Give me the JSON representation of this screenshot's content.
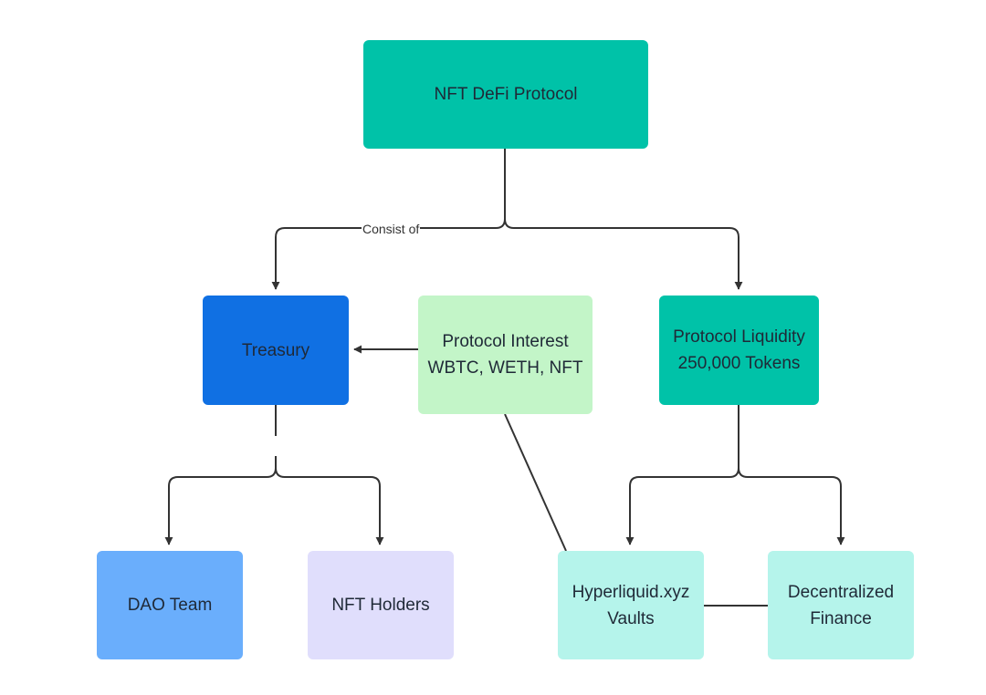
{
  "diagram": {
    "nodes": {
      "protocol": {
        "lines": [
          "NFT DeFi Protocol"
        ],
        "color": "#00c2a8"
      },
      "treasury": {
        "lines": [
          "Treasury"
        ],
        "color": "#1070e3"
      },
      "interest": {
        "lines": [
          "Protocol Interest",
          "WBTC, WETH, NFT"
        ],
        "color": "#c3f5c8"
      },
      "liquidity": {
        "lines": [
          "Protocol Liquidity",
          "250,000 Tokens"
        ],
        "color": "#00c2a8"
      },
      "dao": {
        "lines": [
          "DAO Team"
        ],
        "color": "#6aaefc"
      },
      "holders": {
        "lines": [
          "NFT Holders"
        ],
        "color": "#e0defc"
      },
      "vaults": {
        "lines": [
          "Hyperliquid.xyz",
          "Vaults"
        ],
        "color": "#b5f4eb"
      },
      "defi": {
        "lines": [
          "Decentralized",
          "Finance"
        ],
        "color": "#b5f4eb"
      }
    },
    "edge_labels": {
      "consist_of": "Consist of"
    },
    "line_color": "#333333"
  }
}
